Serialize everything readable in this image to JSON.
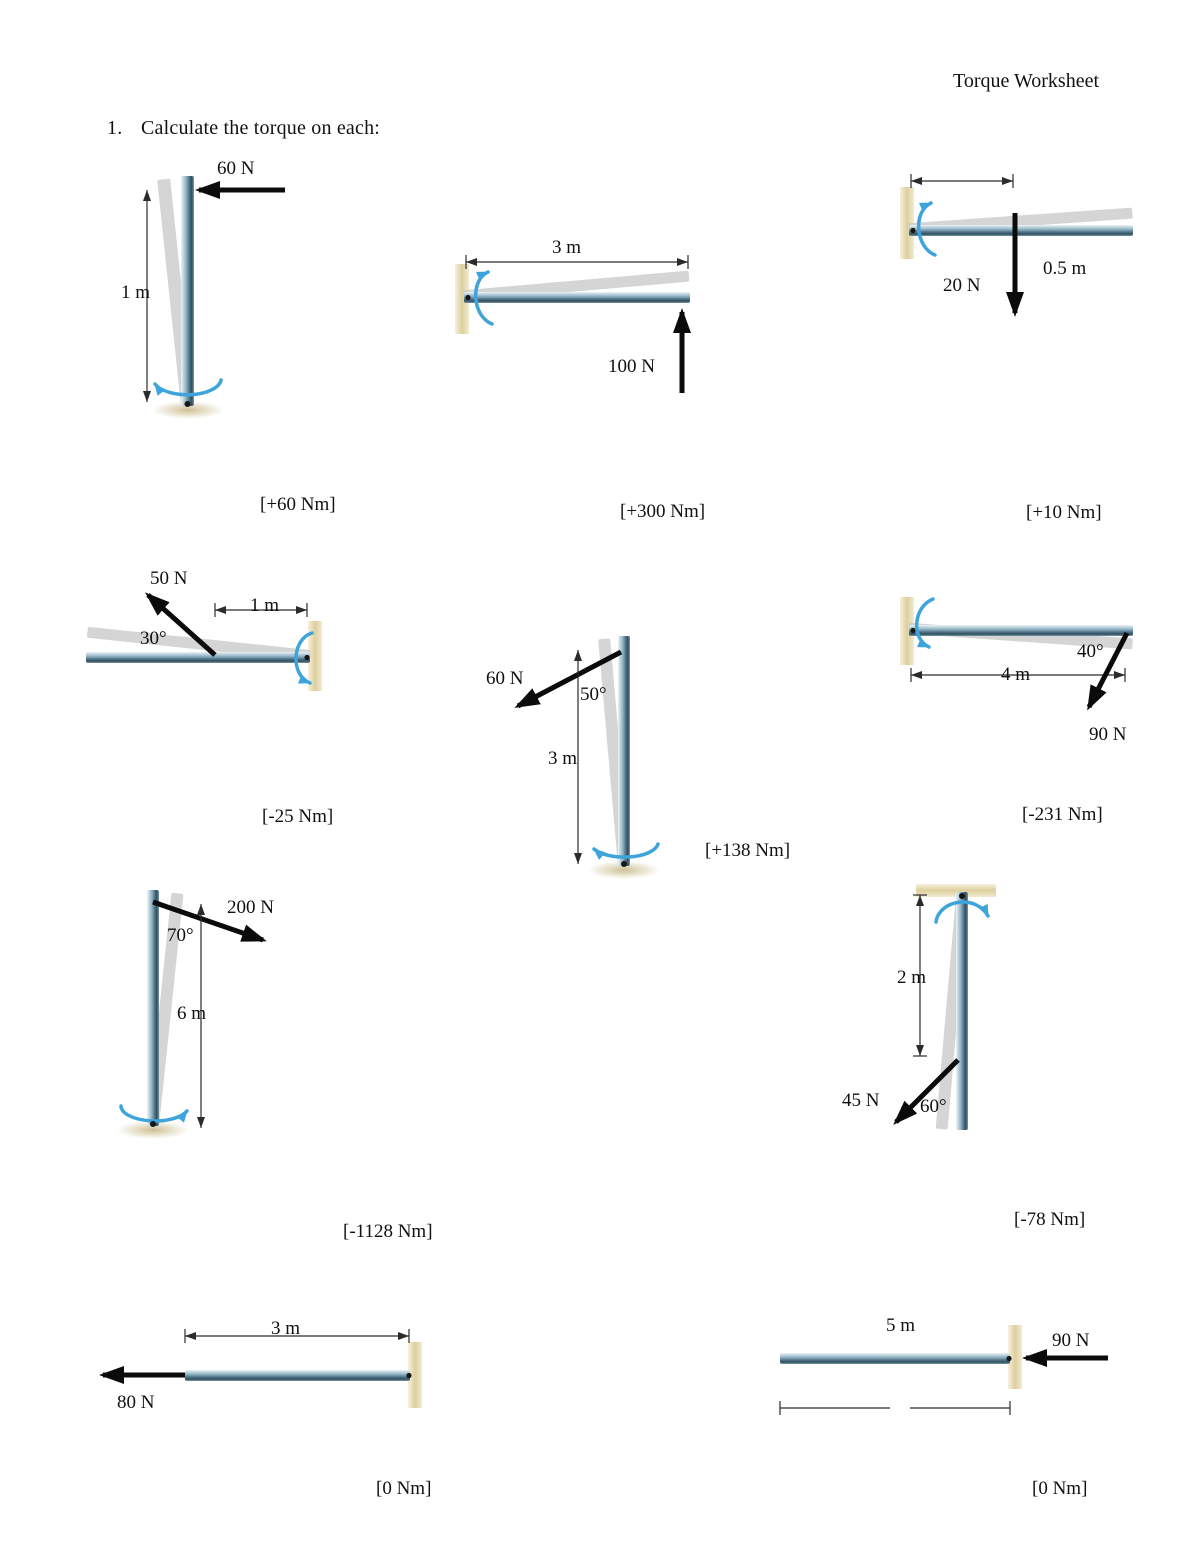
{
  "document": {
    "header": "Torque Worksheet",
    "question_number": "1.",
    "instruction": "Calculate the torque on each:"
  },
  "problems": [
    {
      "force": "60 N",
      "distance": "1 m",
      "answer": "[+60 Nm]"
    },
    {
      "force": "100 N",
      "distance": "3 m",
      "answer": "[+300 Nm]"
    },
    {
      "force": "20 N",
      "distance": "0.5 m",
      "answer": "[+10 Nm]"
    },
    {
      "force": "50 N",
      "distance": "1 m",
      "angle": "30°",
      "answer": "[-25 Nm]"
    },
    {
      "force": "60 N",
      "distance": "3 m",
      "angle": "50°",
      "answer": "[+138 Nm]"
    },
    {
      "force": "90 N",
      "distance": "4 m",
      "angle": "40°",
      "answer": "[-231 Nm]"
    },
    {
      "force": "200 N",
      "distance": "6 m",
      "angle": "70°",
      "answer": "[-1128 Nm]"
    },
    {
      "force": "45 N",
      "distance": "2 m",
      "angle": "60°",
      "answer": "[-78 Nm]"
    },
    {
      "force": "80 N",
      "distance": "3 m",
      "answer": "[0 Nm]"
    },
    {
      "force": "90 N",
      "distance": "5 m",
      "answer": "[0 Nm]"
    }
  ],
  "colors": {
    "rotation_arrow_blue": "#3ea4dc",
    "wall_tan": "#ddcf9d",
    "rod_steel_blue": "#55798c",
    "ink": "#101010"
  }
}
